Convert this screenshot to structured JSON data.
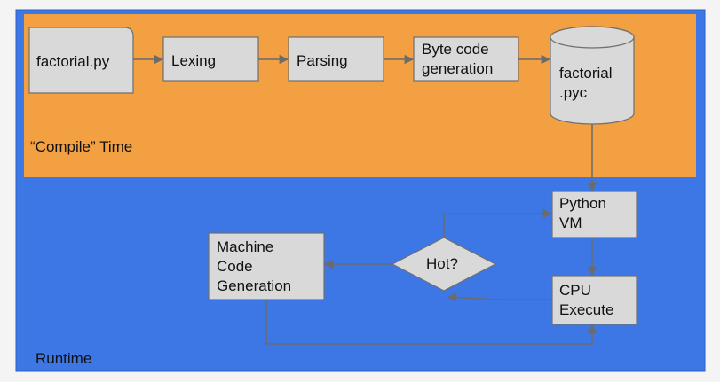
{
  "colors": {
    "runtime_bg": "#3d77e6",
    "compile_bg": "#f2a041",
    "node_fill": "#d9d9d9",
    "node_border": "#6f6f6f",
    "arrow": "#6b6b6b",
    "page_bg": "#f4f4f4"
  },
  "regions": {
    "compile_label": "“Compile” Time",
    "runtime_label": "Runtime"
  },
  "nodes": {
    "source_file": "factorial.py",
    "lexing": "Lexing",
    "parsing": "Parsing",
    "bytecode_gen": "Byte code\ngeneration",
    "pyc_file": "factorial\n.pyc",
    "python_vm": "Python\nVM",
    "hot_decision": "Hot?",
    "cpu_execute": "CPU\nExecute",
    "machine_code_gen": "Machine\nCode\nGeneration"
  }
}
